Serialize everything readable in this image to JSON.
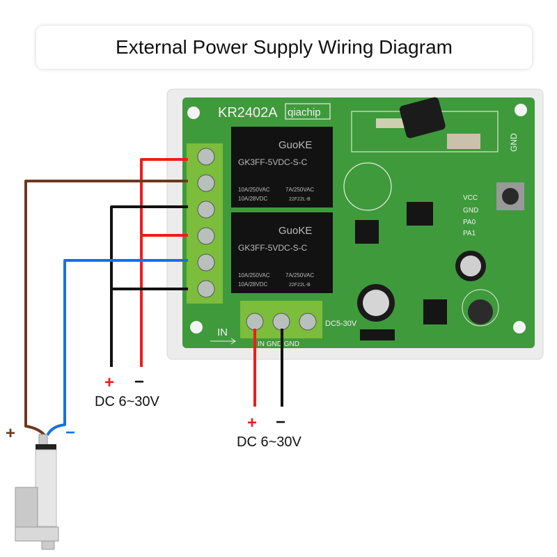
{
  "title": "External Power Supply Wiring Diagram",
  "board": {
    "model": "KR2402A",
    "brand": "qiachip",
    "relay_brand": "GuoKE",
    "relay_model": "GK3FF-5VDC-S-C",
    "relay_rating_1": "10A/250VAC",
    "relay_rating_2": "7A/250VAC",
    "relay_rating_3": "10A/28VDC",
    "relay_rating_4": "22F22L-B",
    "input_label": "IN",
    "input_voltage": "DC5-30V",
    "pin_labels": [
      "VCC",
      "GND",
      "PA0",
      "PA1"
    ],
    "antenna_gnd": "GND",
    "bottom_terminal_labels": "IN GND GND"
  },
  "motor_supply": {
    "plus": "+",
    "minus": "−",
    "label": "DC 6~30V"
  },
  "board_supply": {
    "plus": "+",
    "minus": "−",
    "label": "DC 6~30V"
  },
  "actuator": {
    "plus": "+",
    "minus": "−"
  },
  "colors": {
    "red": "#ee1c1c",
    "black": "#111111",
    "brown": "#6b3a1f",
    "blue": "#1670e8",
    "pcb": "#3f9a3c",
    "terminal": "#7cbd3c"
  }
}
